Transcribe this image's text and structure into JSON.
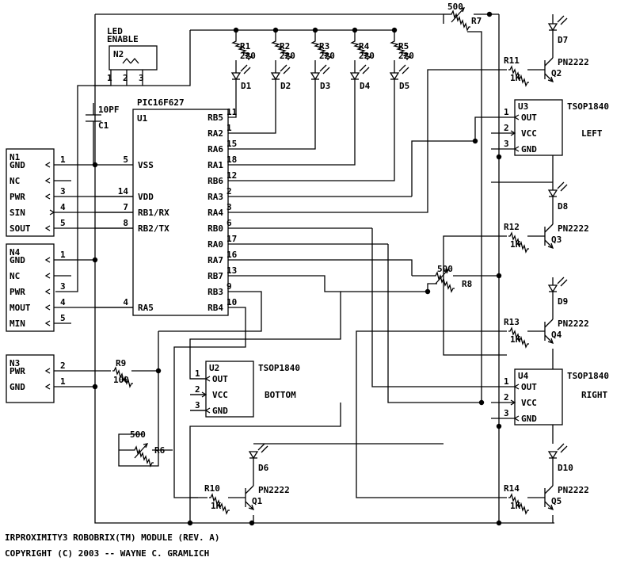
{
  "title": "IRPROXIMITY3 ROBOBRIX(TM) MODULE (REV. A)",
  "copyright": "COPYRIGHT (C) 2003 -- WAYNE C. GRAMLICH",
  "led_enable": [
    "LED",
    "ENABLE"
  ],
  "n2": {
    "ref": "N2",
    "pins": [
      "1",
      "2",
      "3"
    ]
  },
  "u1": {
    "ref": "U1",
    "part": "PIC16F627",
    "left_pins": [
      {
        "num": "5",
        "name": "VSS"
      },
      {
        "num": "14",
        "name": "VDD"
      },
      {
        "num": "7",
        "name": "RB1/RX"
      },
      {
        "num": "8",
        "name": "RB2/TX"
      },
      {
        "num": "4",
        "name": "RA5"
      }
    ],
    "right_pins": [
      {
        "num": "11",
        "name": "RB5"
      },
      {
        "num": "1",
        "name": "RA2"
      },
      {
        "num": "15",
        "name": "RA6"
      },
      {
        "num": "18",
        "name": "RA1"
      },
      {
        "num": "12",
        "name": "RB6"
      },
      {
        "num": "2",
        "name": "RA3"
      },
      {
        "num": "3",
        "name": "RA4"
      },
      {
        "num": "6",
        "name": "RB0"
      },
      {
        "num": "17",
        "name": "RA0"
      },
      {
        "num": "16",
        "name": "RA7"
      },
      {
        "num": "13",
        "name": "RB7"
      },
      {
        "num": "9",
        "name": "RB3"
      },
      {
        "num": "10",
        "name": "RB4"
      }
    ]
  },
  "c1": {
    "ref": "C1",
    "value": "10PF"
  },
  "resistors_top": [
    {
      "ref": "R1",
      "value": "220"
    },
    {
      "ref": "R2",
      "value": "220"
    },
    {
      "ref": "R3",
      "value": "220"
    },
    {
      "ref": "R4",
      "value": "220"
    },
    {
      "ref": "R5",
      "value": "220"
    }
  ],
  "leds_top": [
    "D1",
    "D2",
    "D3",
    "D4",
    "D5"
  ],
  "n1": {
    "ref": "N1",
    "pins": [
      {
        "name": "GND",
        "num": "1"
      },
      {
        "name": "NC",
        "num": ""
      },
      {
        "name": "PWR",
        "num": "3"
      },
      {
        "name": "SIN",
        "num": "4"
      },
      {
        "name": "SOUT",
        "num": "5"
      }
    ]
  },
  "n4": {
    "ref": "N4",
    "pins": [
      {
        "name": "GND",
        "num": "1"
      },
      {
        "name": "NC",
        "num": ""
      },
      {
        "name": "PWR",
        "num": "3"
      },
      {
        "name": "MOUT",
        "num": "4"
      },
      {
        "name": "MIN",
        "num": "5"
      }
    ]
  },
  "n3": {
    "ref": "N3",
    "pins": [
      {
        "name": "PWR",
        "num": "2"
      },
      {
        "name": "GND",
        "num": "1"
      }
    ]
  },
  "r9": {
    "ref": "R9",
    "value": "100"
  },
  "pots": [
    {
      "ref": "R7",
      "value": "500"
    },
    {
      "ref": "R8",
      "value": "500"
    },
    {
      "ref": "R6",
      "value": "500"
    }
  ],
  "tsop": [
    {
      "ref": "U3",
      "part": "TSOP1840",
      "label": "LEFT",
      "pins": [
        {
          "num": "1",
          "name": "OUT"
        },
        {
          "num": "2",
          "name": "VCC"
        },
        {
          "num": "3",
          "name": "GND"
        }
      ]
    },
    {
      "ref": "U4",
      "part": "TSOP1840",
      "label": "RIGHT",
      "pins": [
        {
          "num": "1",
          "name": "OUT"
        },
        {
          "num": "2",
          "name": "VCC"
        },
        {
          "num": "3",
          "name": "GND"
        }
      ]
    },
    {
      "ref": "U2",
      "part": "TSOP1840",
      "label": "BOTTOM",
      "pins": [
        {
          "num": "1",
          "name": "OUT"
        },
        {
          "num": "2",
          "name": "VCC"
        },
        {
          "num": "3",
          "name": "GND"
        }
      ]
    }
  ],
  "transistors": [
    {
      "ref": "Q2",
      "part": "PN2222",
      "resistor": "R11",
      "rvalue": "1K",
      "led": "D7"
    },
    {
      "ref": "Q3",
      "part": "PN2222",
      "resistor": "R12",
      "rvalue": "1K",
      "led": "D8"
    },
    {
      "ref": "Q4",
      "part": "PN2222",
      "resistor": "R13",
      "rvalue": "1K",
      "led": "D9"
    },
    {
      "ref": "Q5",
      "part": "PN2222",
      "resistor": "R14",
      "rvalue": "1K",
      "led": "D10"
    },
    {
      "ref": "Q1",
      "part": "PN2222",
      "resistor": "R10",
      "rvalue": "1K",
      "led": "D6"
    }
  ]
}
